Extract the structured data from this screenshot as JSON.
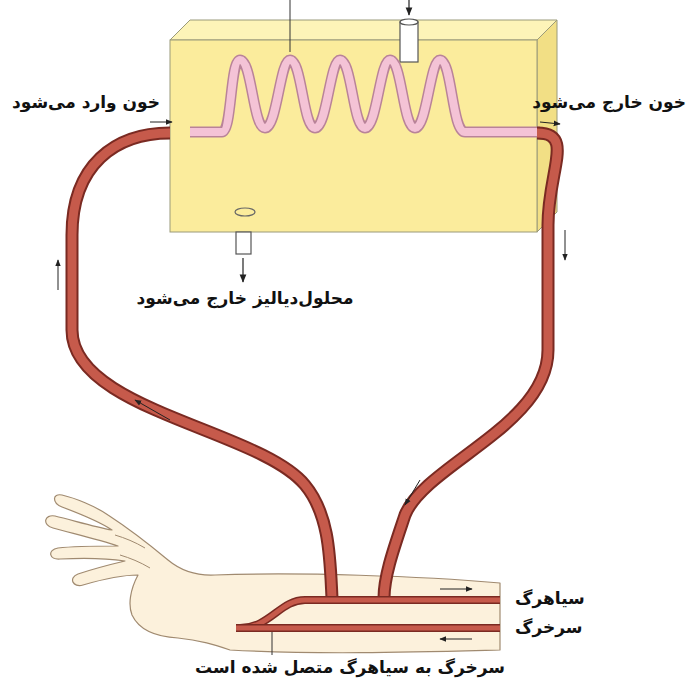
{
  "diagram": {
    "labels": [
      "خون وارد می‌شود",
      "خون خارج می‌شود",
      "محلول‌دیالیز خارج می‌شود",
      "سیاهرگ",
      "سرخرگ",
      "سرخرگ به سیاهرگ متصل شده است"
    ]
  }
}
